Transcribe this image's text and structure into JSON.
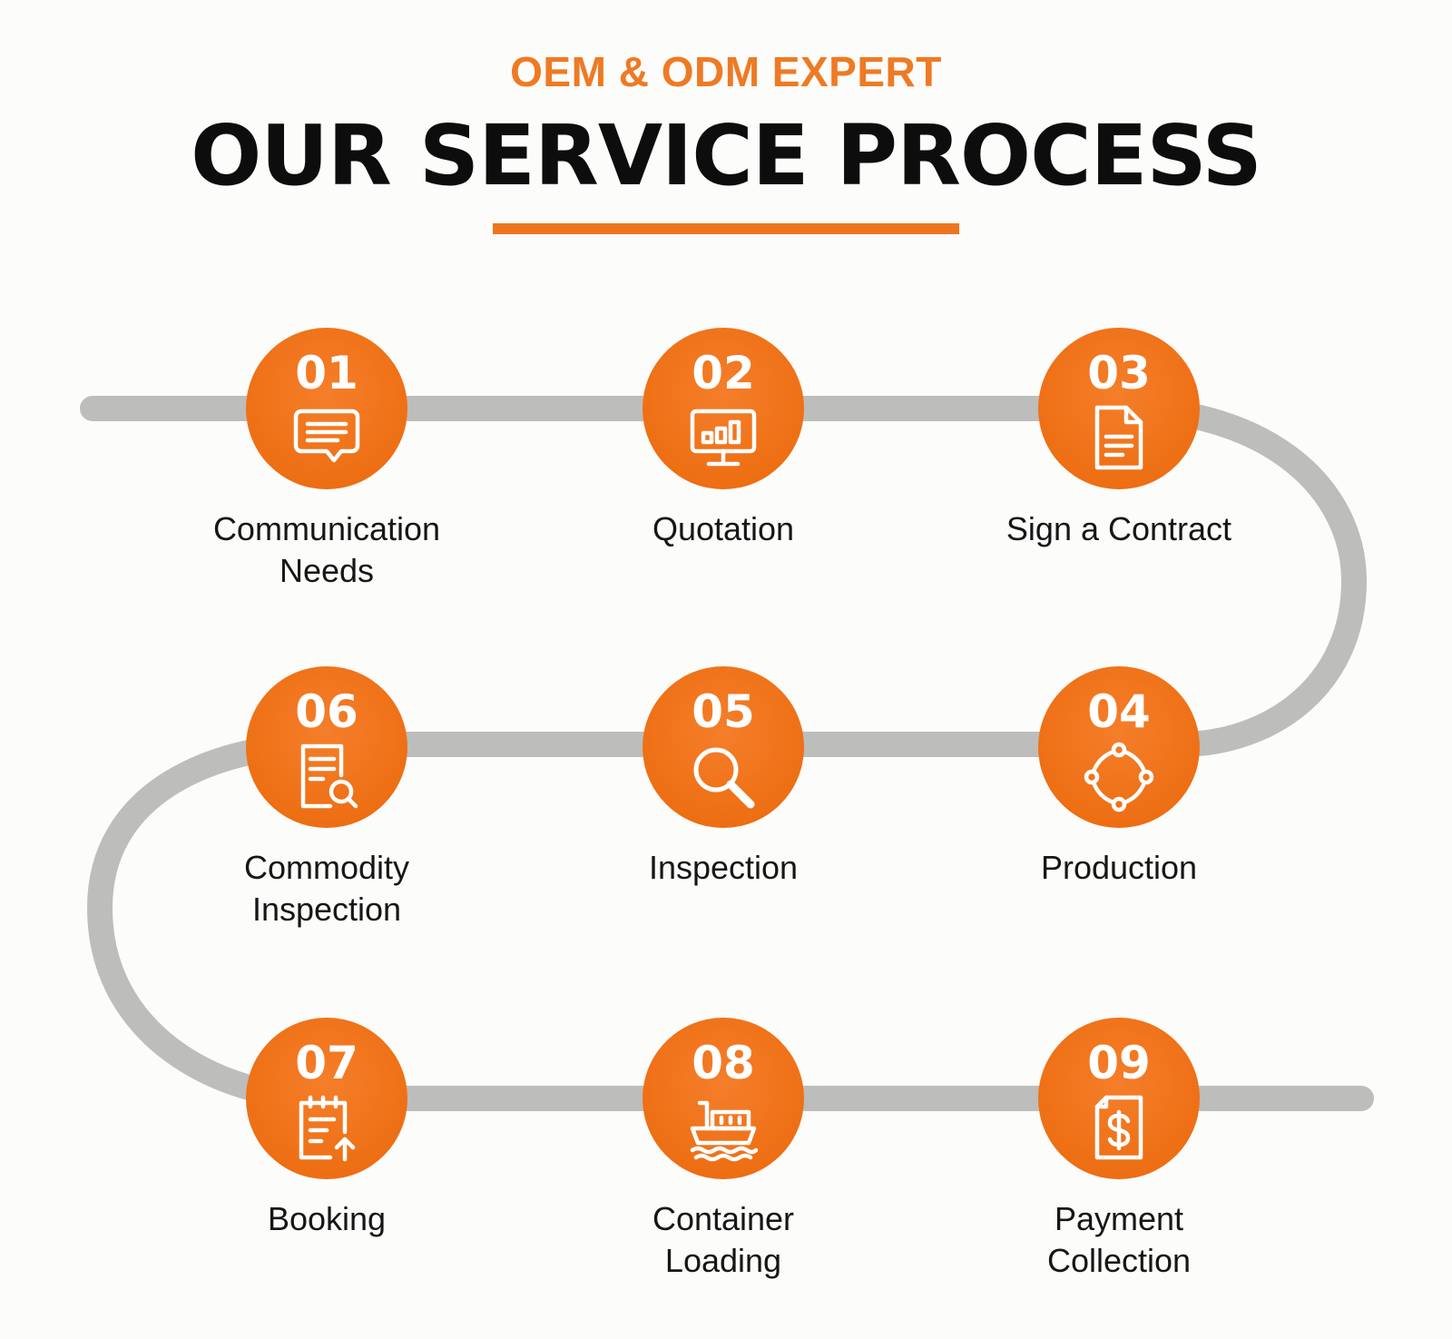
{
  "header": {
    "subtitle": "OEM & ODM EXPERT",
    "title": "OUR SERVICE PROCESS"
  },
  "colors": {
    "accent": "#ee7520",
    "path": "#bdbdbb",
    "title": "#0d0d0d"
  },
  "steps": [
    {
      "number": "01",
      "icon": "chat-bubble-icon",
      "label": [
        "Communication",
        "Needs"
      ]
    },
    {
      "number": "02",
      "icon": "monitor-chart-icon",
      "label": [
        "Quotation",
        ""
      ]
    },
    {
      "number": "03",
      "icon": "contract-document-icon",
      "label": [
        "Sign a Contract",
        ""
      ]
    },
    {
      "number": "04",
      "icon": "process-cycle-icon",
      "label": [
        "Production",
        ""
      ]
    },
    {
      "number": "05",
      "icon": "magnifier-icon",
      "label": [
        "Inspection",
        ""
      ]
    },
    {
      "number": "06",
      "icon": "document-search-icon",
      "label": [
        "Commodity",
        "Inspection"
      ]
    },
    {
      "number": "07",
      "icon": "booking-upload-icon",
      "label": [
        "Booking",
        ""
      ]
    },
    {
      "number": "08",
      "icon": "cargo-ship-icon",
      "label": [
        "Container",
        "Loading"
      ]
    },
    {
      "number": "09",
      "icon": "payment-document-icon",
      "label": [
        "Payment",
        "Collection"
      ]
    }
  ]
}
